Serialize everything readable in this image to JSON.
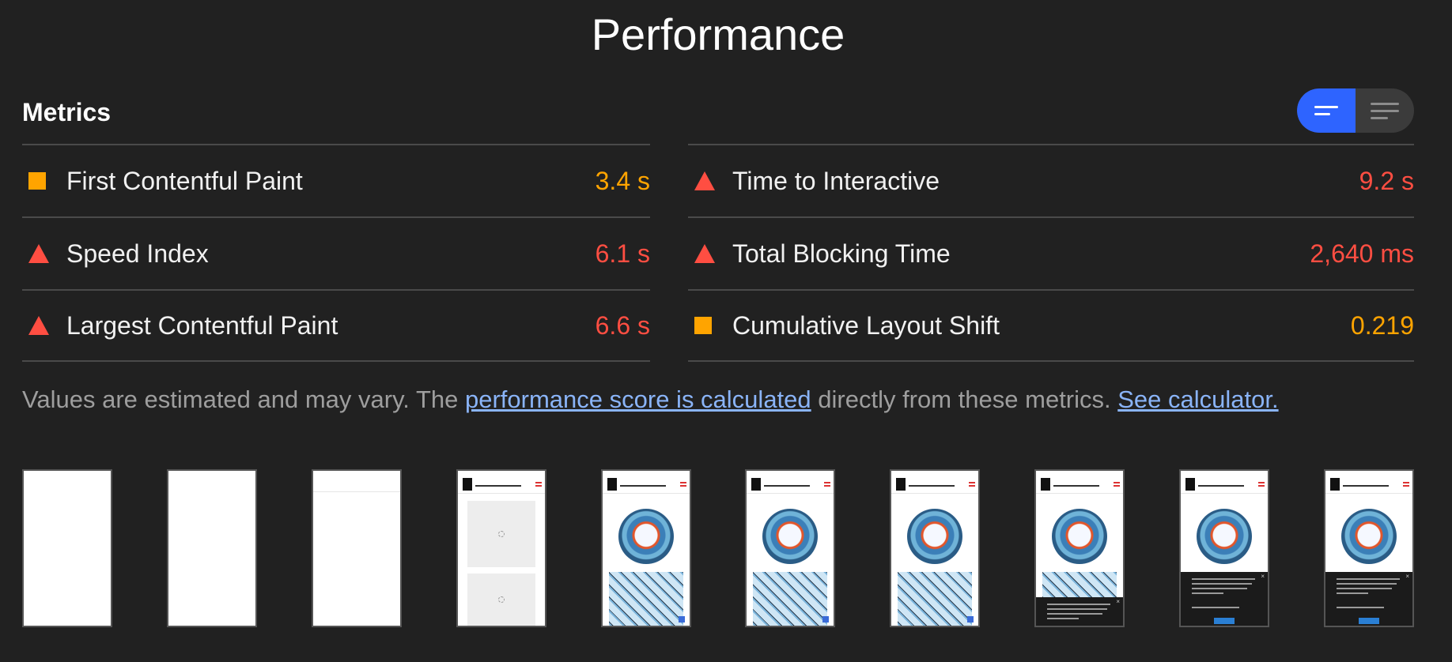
{
  "title": "Performance",
  "metrics": {
    "heading": "Metrics",
    "view_toggle": {
      "active": "bars-view",
      "options": [
        "bars-view",
        "list-view"
      ]
    },
    "left": [
      {
        "label": "First Contentful Paint",
        "value": "3.4 s",
        "rating": "average"
      },
      {
        "label": "Speed Index",
        "value": "6.1 s",
        "rating": "fail"
      },
      {
        "label": "Largest Contentful Paint",
        "value": "6.6 s",
        "rating": "fail"
      }
    ],
    "right": [
      {
        "label": "Time to Interactive",
        "value": "9.2 s",
        "rating": "fail"
      },
      {
        "label": "Total Blocking Time",
        "value": "2,640 ms",
        "rating": "fail"
      },
      {
        "label": "Cumulative Layout Shift",
        "value": "0.219",
        "rating": "average"
      }
    ]
  },
  "note": {
    "prefix": "Values are estimated and may vary. The ",
    "link1": "performance score is calculated",
    "middle": " directly from these metrics. ",
    "link2": "See calculator."
  },
  "colors": {
    "average": "#ffa400",
    "fail": "#ff4e42",
    "accent": "#2e64ff",
    "link": "#8ab4f8"
  },
  "filmstrip": {
    "frames": [
      {
        "state": "blank"
      },
      {
        "state": "blank"
      },
      {
        "state": "blank-line"
      },
      {
        "state": "placeholders"
      },
      {
        "state": "loaded"
      },
      {
        "state": "loaded"
      },
      {
        "state": "loaded"
      },
      {
        "state": "loaded-cookie-low"
      },
      {
        "state": "loaded-cookie-high"
      },
      {
        "state": "loaded-cookie-high"
      }
    ]
  }
}
